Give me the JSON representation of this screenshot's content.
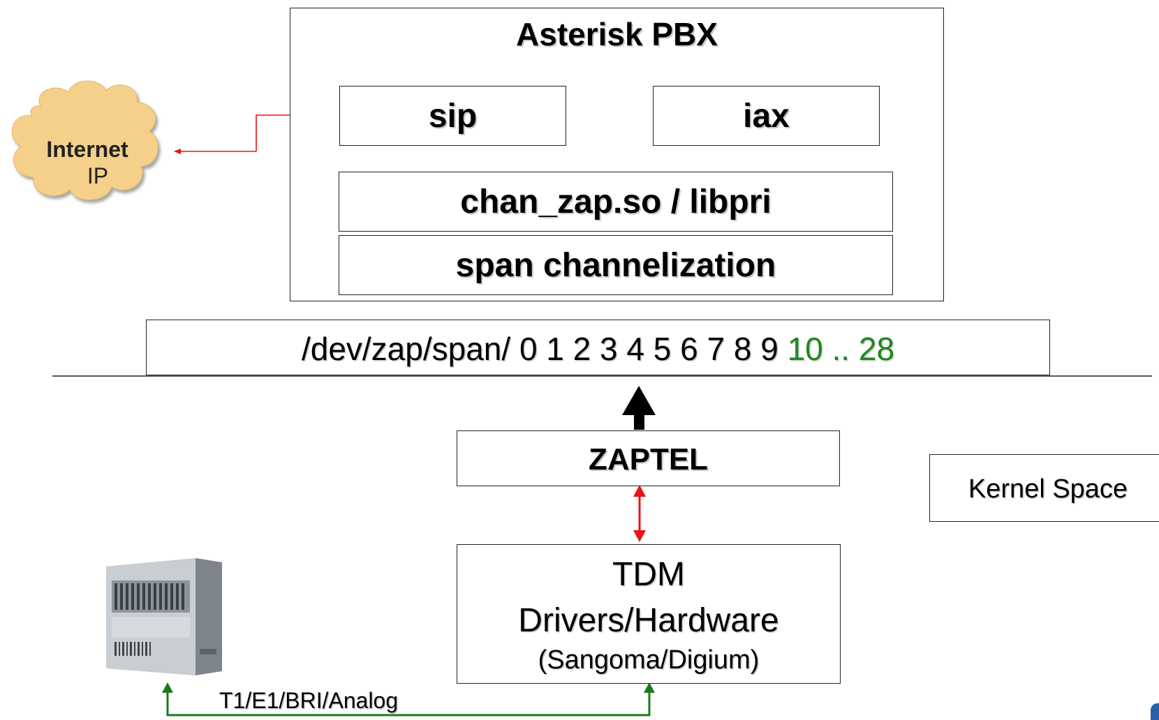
{
  "pbx": {
    "title": "Asterisk PBX",
    "sip": "sip",
    "iax": "iax",
    "chan_zap": "chan_zap.so / libpri",
    "span_channelization": "span channelization"
  },
  "devzap": {
    "path": "/dev/zap/span/",
    "numbers_black": "0 1 2 3 4 5 6 7 8 9",
    "numbers_green": "10 .. 28"
  },
  "zaptel": {
    "label": "ZAPTEL"
  },
  "kernel_space": {
    "label": "Kernel Space"
  },
  "tdm": {
    "line1": "TDM",
    "line2": "Drivers/Hardware",
    "line3": "(Sangoma/Digium)"
  },
  "internet": {
    "line1": "Internet",
    "line2": "IP"
  },
  "link": {
    "label": "T1/E1/BRI/Analog"
  },
  "colors": {
    "red_arrow": "#ee1111",
    "green_arrow": "#1a7a1a",
    "green_text": "#1a8a1a",
    "cloud_fill": "#f5d08a"
  },
  "icons": {
    "cloud": "internet-cloud-icon",
    "server": "server-chassis-icon"
  }
}
